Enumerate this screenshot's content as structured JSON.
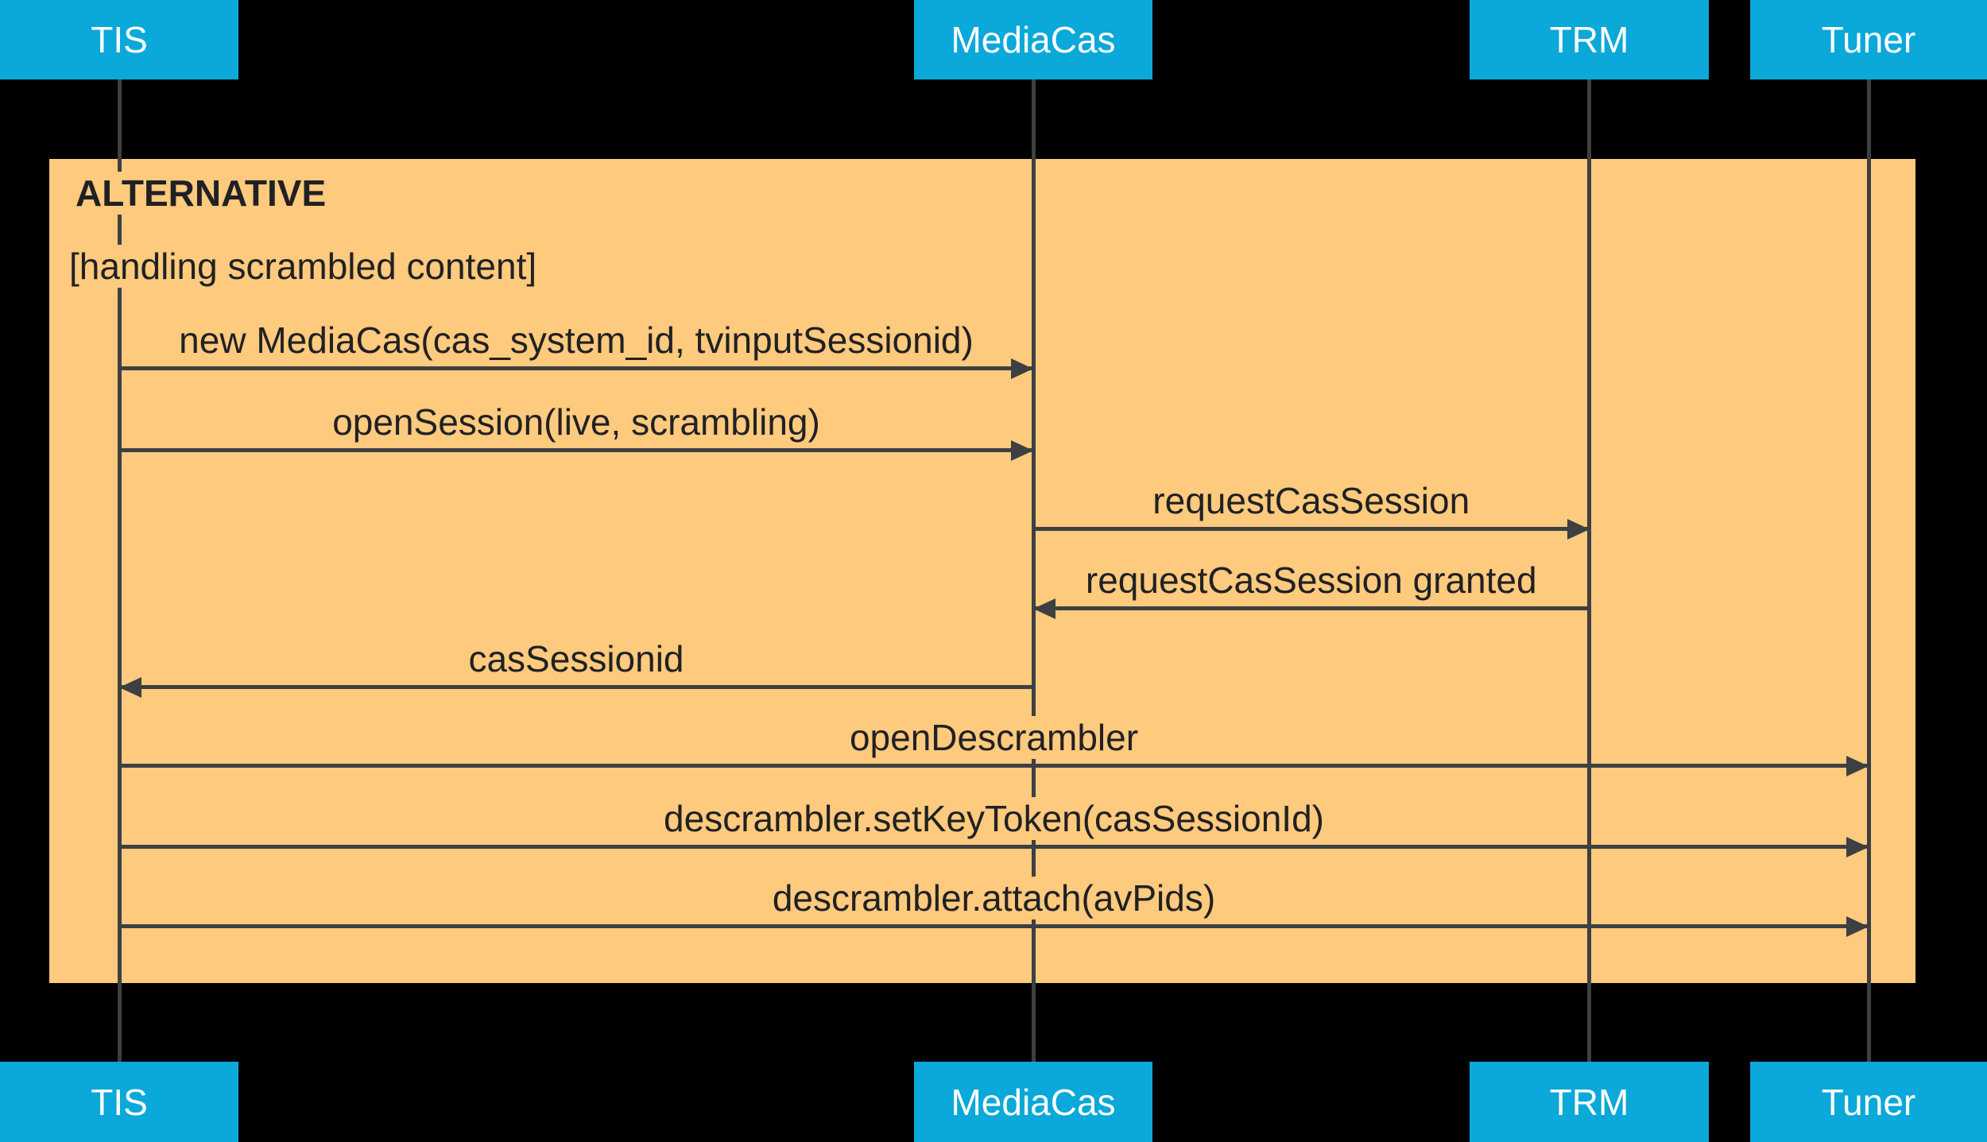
{
  "colors": {
    "background": "#000000",
    "participant_fill": "#0BA8DA",
    "participant_text": "#FFFFFF",
    "frame_fill": "#FECA7D",
    "line": "#3C4043",
    "message_text": "#202124"
  },
  "participants": [
    {
      "id": "tis",
      "label": "TIS"
    },
    {
      "id": "mediacas",
      "label": "MediaCas"
    },
    {
      "id": "trm",
      "label": "TRM"
    },
    {
      "id": "tuner",
      "label": "Tuner"
    }
  ],
  "frame": {
    "operator": "ALTERNATIVE",
    "guard": "[handling scrambled content]"
  },
  "messages": [
    {
      "text": "new MediaCas(cas_system_id, tvinputSessionid)",
      "from": "tis",
      "to": "mediacas"
    },
    {
      "text": "openSession(live, scrambling)",
      "from": "tis",
      "to": "mediacas"
    },
    {
      "text": "requestCasSession",
      "from": "mediacas",
      "to": "trm"
    },
    {
      "text": "requestCasSession granted",
      "from": "trm",
      "to": "mediacas"
    },
    {
      "text": "casSessionid",
      "from": "mediacas",
      "to": "tis"
    },
    {
      "text": "openDescrambler",
      "from": "tis",
      "to": "tuner"
    },
    {
      "text": "descrambler.setKeyToken(casSessionId)",
      "from": "tis",
      "to": "tuner"
    },
    {
      "text": "descrambler.attach(avPids)",
      "from": "tis",
      "to": "tuner"
    }
  ]
}
